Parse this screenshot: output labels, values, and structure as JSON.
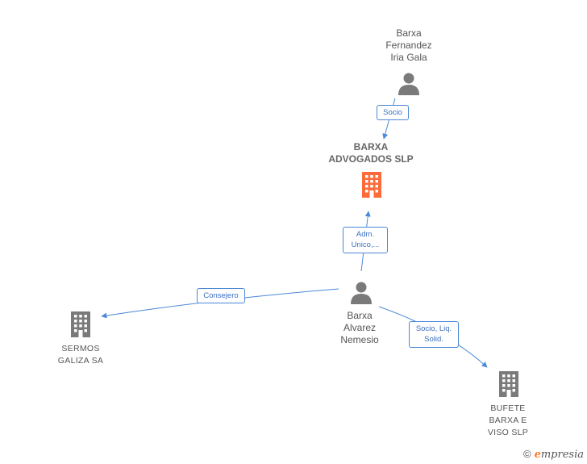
{
  "nodes": {
    "barxa_fernandez": {
      "label": "Barxa\nFernandez\nIria Gala",
      "icon": "person-icon"
    },
    "barxa_advogados": {
      "label": "BARXA\nADVOGADOS SLP",
      "icon": "building-icon"
    },
    "barxa_alvarez": {
      "label": "Barxa\nAlvarez\nNemesio",
      "icon": "person-icon"
    },
    "sermos": {
      "label": "SERMOS\nGALIZA SA",
      "icon": "building-icon"
    },
    "bufete": {
      "label": "BUFETE\nBARXA E\nVISO SLP",
      "icon": "building-icon"
    }
  },
  "edges": {
    "socio": {
      "label": "Socio"
    },
    "adm": {
      "label": "Adm.\nUnico,..."
    },
    "consejero": {
      "label": "Consejero"
    },
    "socio_liq": {
      "label": "Socio, Liq.\nSolid."
    }
  },
  "colors": {
    "edge": "#4a88d8",
    "person": "#7a7a7a",
    "company": "#7a7a7a",
    "main_company": "#ff6a3a"
  },
  "brand": {
    "copyright": "©",
    "first_letter": "e",
    "rest": "mpresia"
  }
}
